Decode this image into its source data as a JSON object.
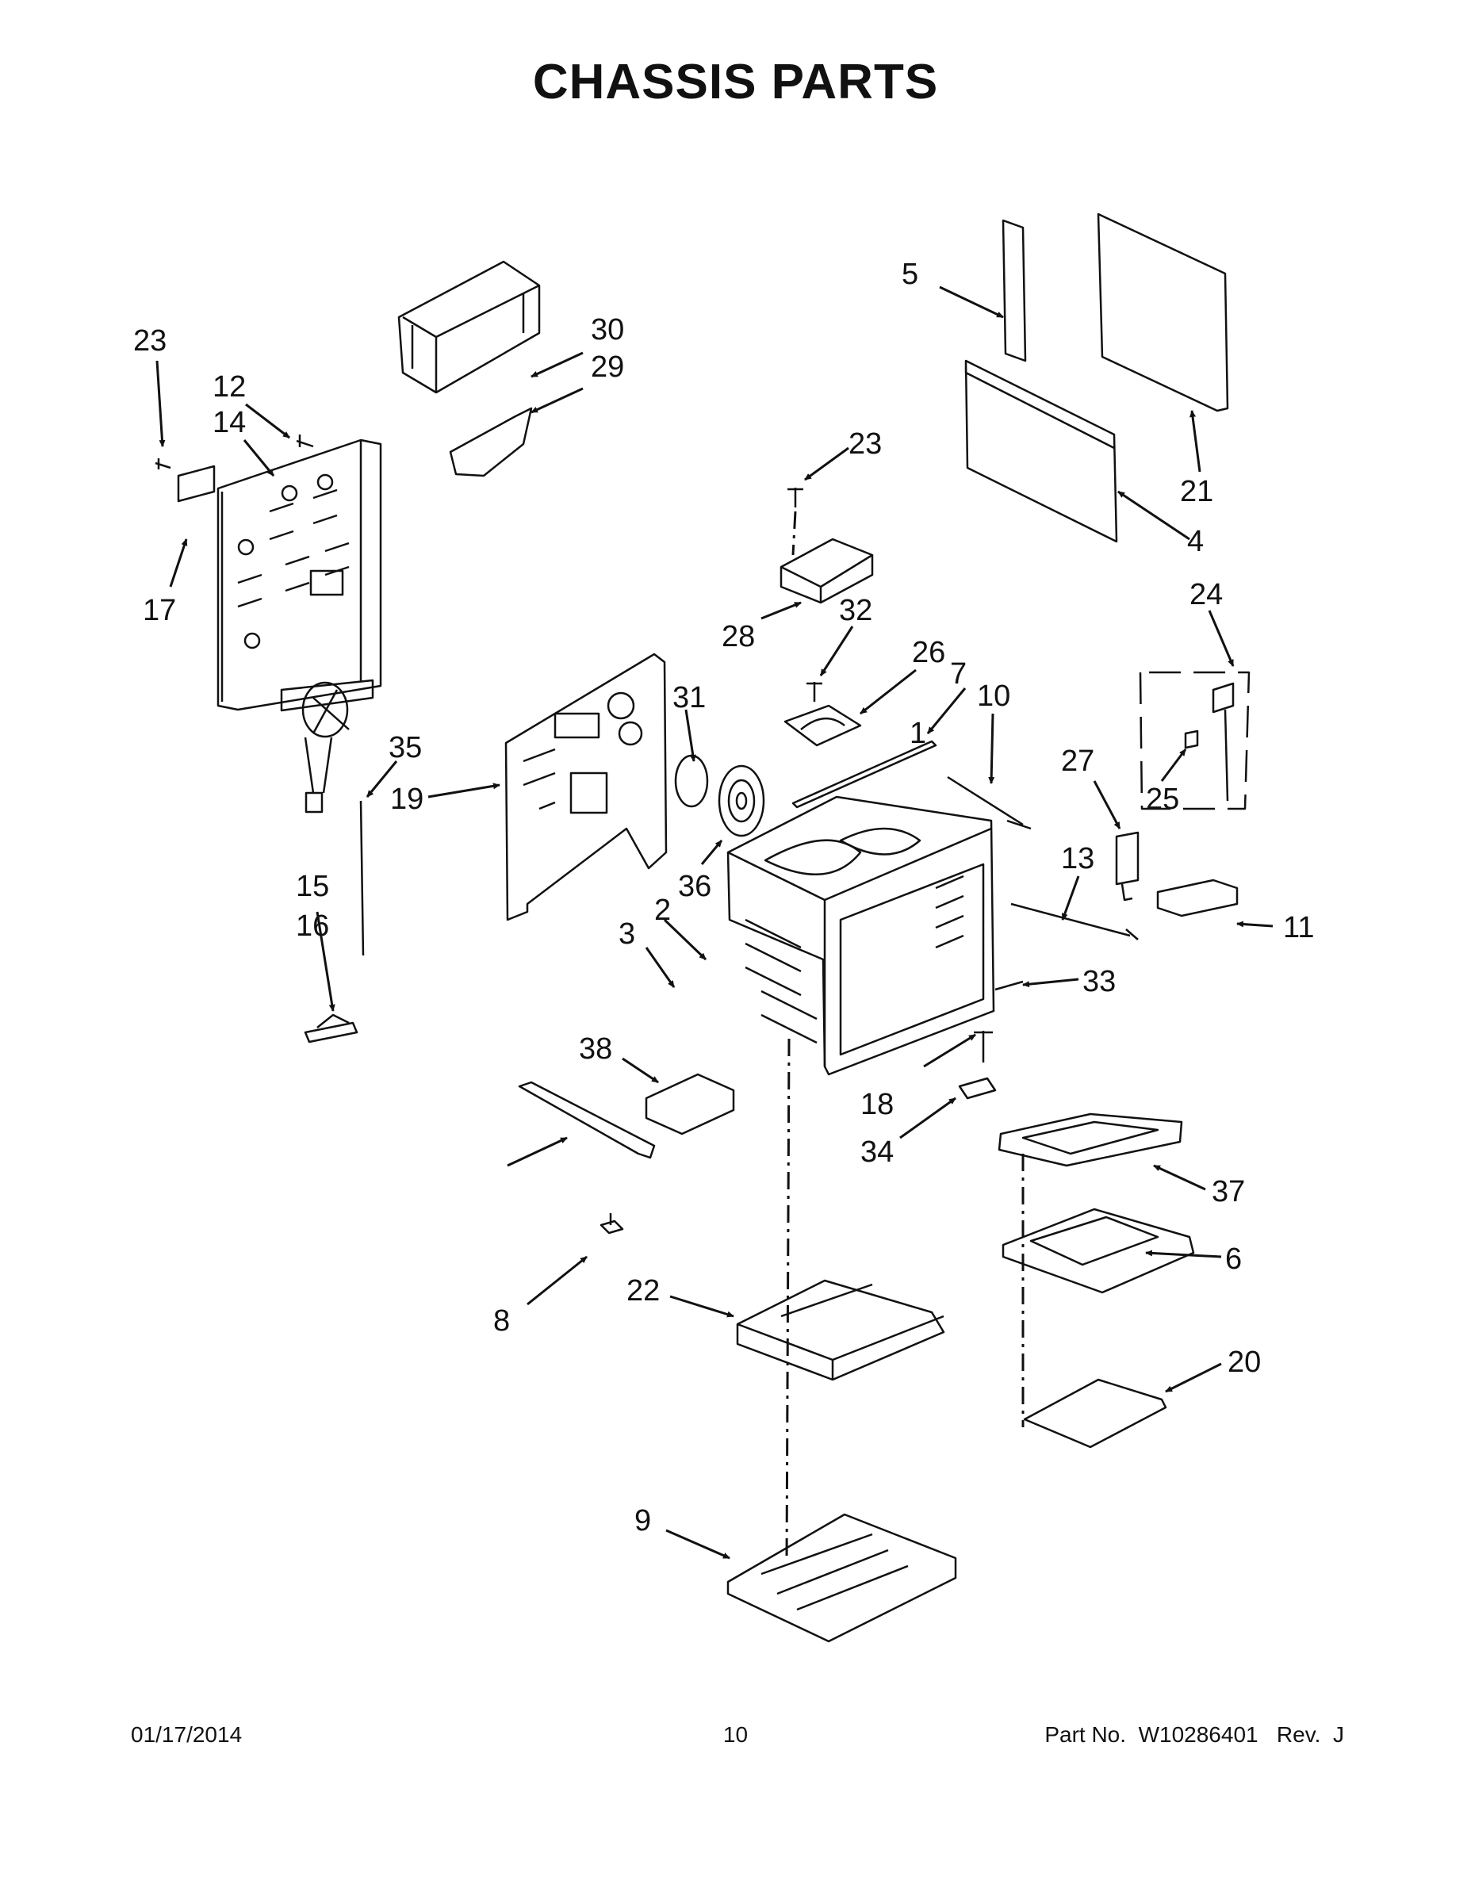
{
  "title": "CHASSIS PARTS",
  "callouts": [
    "1",
    "2",
    "3",
    "4",
    "5",
    "6",
    "7",
    "8",
    "9",
    "10",
    "11",
    "12",
    "13",
    "14",
    "15",
    "16",
    "17",
    "18",
    "19",
    "20",
    "21",
    "22",
    "23",
    "23",
    "24",
    "25",
    "26",
    "27",
    "28",
    "29",
    "30",
    "31",
    "32",
    "33",
    "34",
    "35",
    "36",
    "37",
    "38"
  ],
  "footer": {
    "date": "01/17/2014",
    "page": "10",
    "part": "Part No.  W10286401   Rev.  J"
  }
}
